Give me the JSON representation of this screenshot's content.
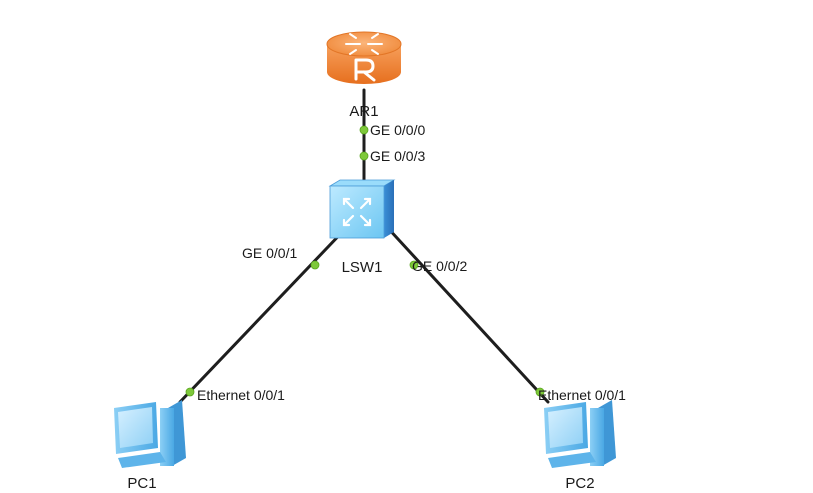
{
  "devices": {
    "router": {
      "name": "AR1",
      "icon": "router-icon",
      "color": "#f5883a"
    },
    "switch": {
      "name": "LSW1",
      "icon": "switch-icon",
      "color": "#7fd0f5"
    },
    "pc1": {
      "name": "PC1",
      "icon": "pc-icon",
      "color": "#5bb8ee"
    },
    "pc2": {
      "name": "PC2",
      "icon": "pc-icon",
      "color": "#5bb8ee"
    }
  },
  "links": [
    {
      "from": "AR1",
      "from_port": "GE 0/0/0",
      "to": "LSW1",
      "to_port": "GE 0/0/3"
    },
    {
      "from": "LSW1",
      "from_port": "GE 0/0/1",
      "to": "PC1",
      "to_port": "Ethernet 0/0/1"
    },
    {
      "from": "LSW1",
      "from_port": "GE 0/0/2",
      "to": "PC2",
      "to_port": "Ethernet 0/0/1"
    }
  ],
  "colors": {
    "link": "#1e1e1e",
    "port_indicator": "#7ec83a"
  }
}
